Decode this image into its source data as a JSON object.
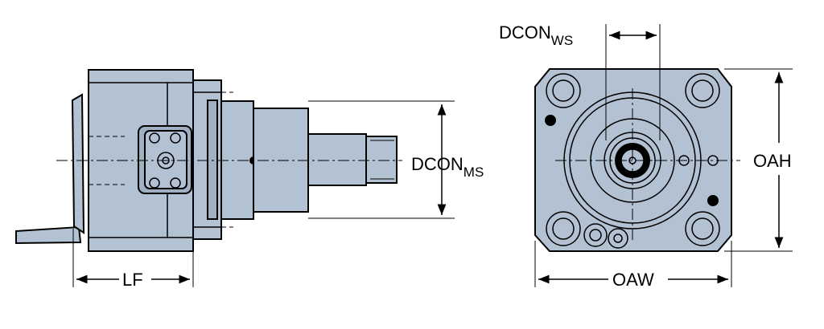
{
  "labels": {
    "lf": "LF",
    "dcon_ms_main": "DCON",
    "dcon_ms_sub": "MS",
    "dcon_ws_main": "DCON",
    "dcon_ws_sub": "WS",
    "oah": "OAH",
    "oaw": "OAW"
  },
  "colors": {
    "body": "#b3c2d2",
    "outline": "#000000",
    "background": "#ffffff"
  }
}
